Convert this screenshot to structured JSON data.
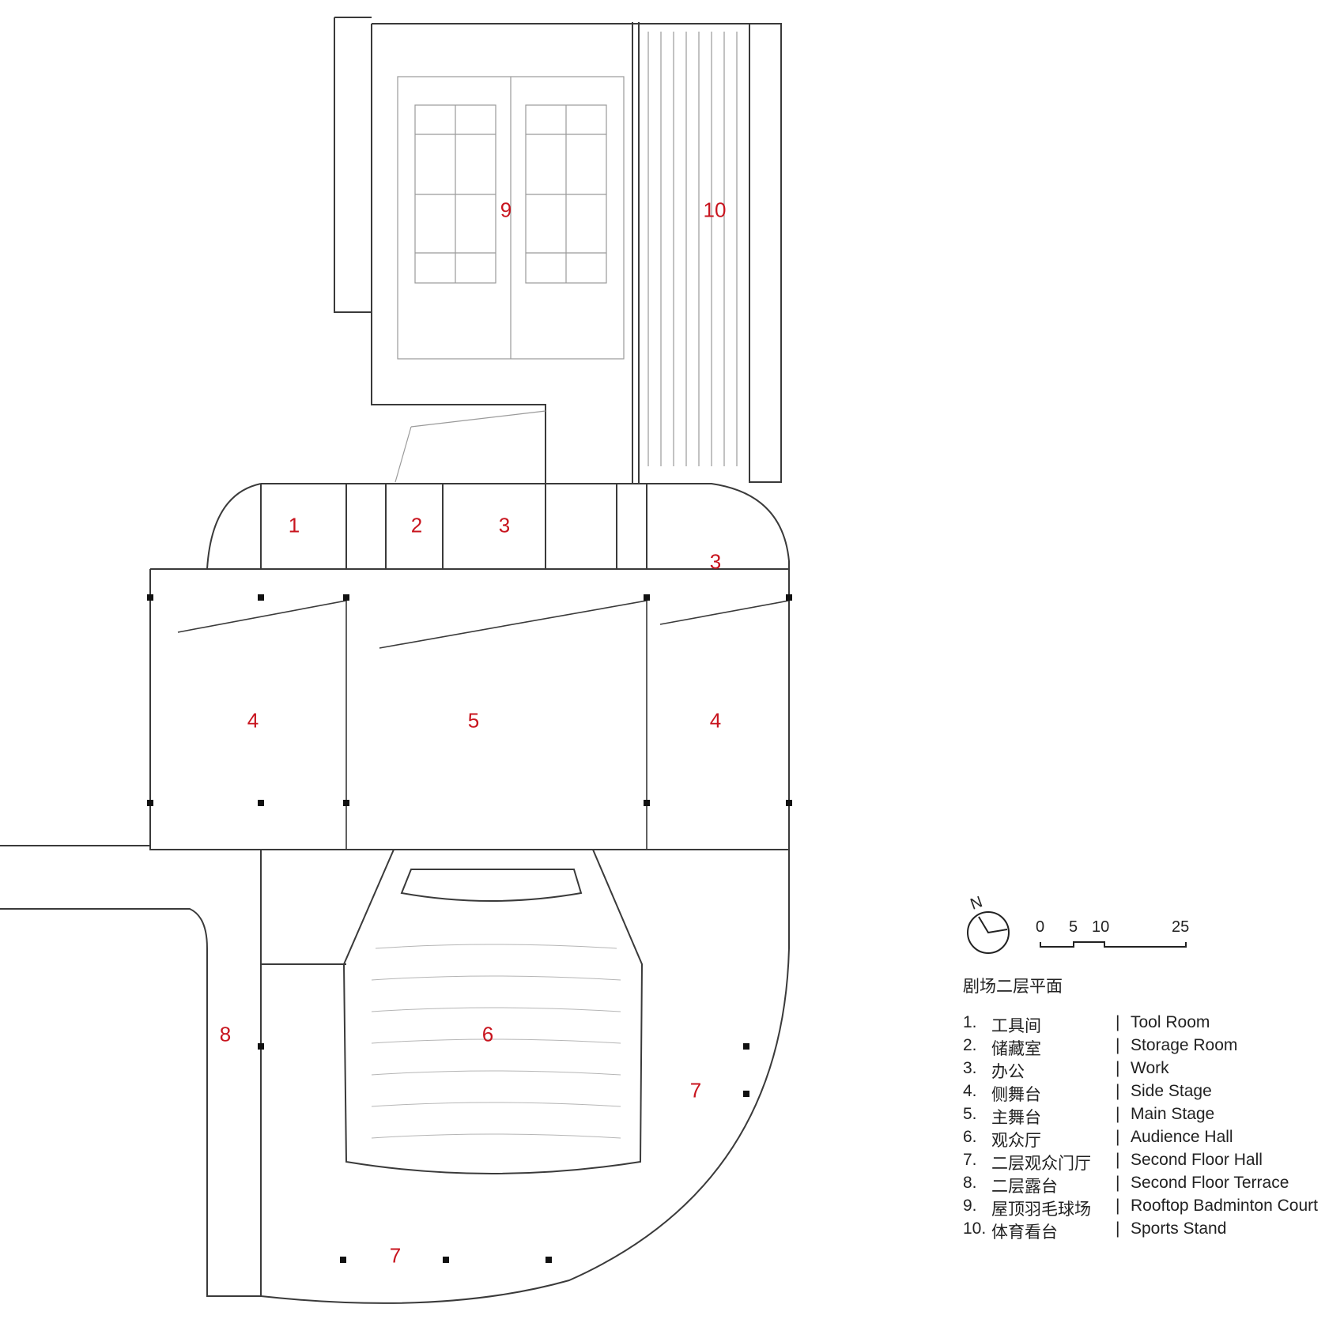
{
  "title": "剧场二层平面",
  "north_label": "N",
  "scale_labels": [
    "0",
    "5",
    "10",
    "25"
  ],
  "room_labels": [
    {
      "id": "1",
      "text": "1"
    },
    {
      "id": "2",
      "text": "2"
    },
    {
      "id": "3a",
      "text": "3"
    },
    {
      "id": "3b",
      "text": "3"
    },
    {
      "id": "4a",
      "text": "4"
    },
    {
      "id": "4b",
      "text": "4"
    },
    {
      "id": "5",
      "text": "5"
    },
    {
      "id": "6",
      "text": "6"
    },
    {
      "id": "7a",
      "text": "7"
    },
    {
      "id": "7b",
      "text": "7"
    },
    {
      "id": "8",
      "text": "8"
    },
    {
      "id": "9",
      "text": "9"
    },
    {
      "id": "10",
      "text": "10"
    }
  ],
  "legend": [
    {
      "num": "1.",
      "zh": "工具间",
      "en": "Tool Room"
    },
    {
      "num": "2.",
      "zh": "储藏室",
      "en": "Storage Room"
    },
    {
      "num": "3.",
      "zh": "办公",
      "en": "Work"
    },
    {
      "num": "4.",
      "zh": "侧舞台",
      "en": "Side Stage"
    },
    {
      "num": "5.",
      "zh": "主舞台",
      "en": "Main Stage"
    },
    {
      "num": "6.",
      "zh": "观众厅",
      "en": "Audience Hall"
    },
    {
      "num": "7.",
      "zh": "二层观众门厅",
      "en": "Second Floor Hall"
    },
    {
      "num": "8.",
      "zh": "二层露台",
      "en": "Second Floor Terrace"
    },
    {
      "num": "9.",
      "zh": "屋顶羽毛球场",
      "en": "Rooftop Badminton Court"
    },
    {
      "num": "10.",
      "zh": "体育看台",
      "en": "Sports Stand"
    }
  ],
  "legend_separator": "|",
  "colors": {
    "label_red": "#c8141e",
    "line": "#3a3a3a",
    "light_line": "#9a9a9a"
  }
}
